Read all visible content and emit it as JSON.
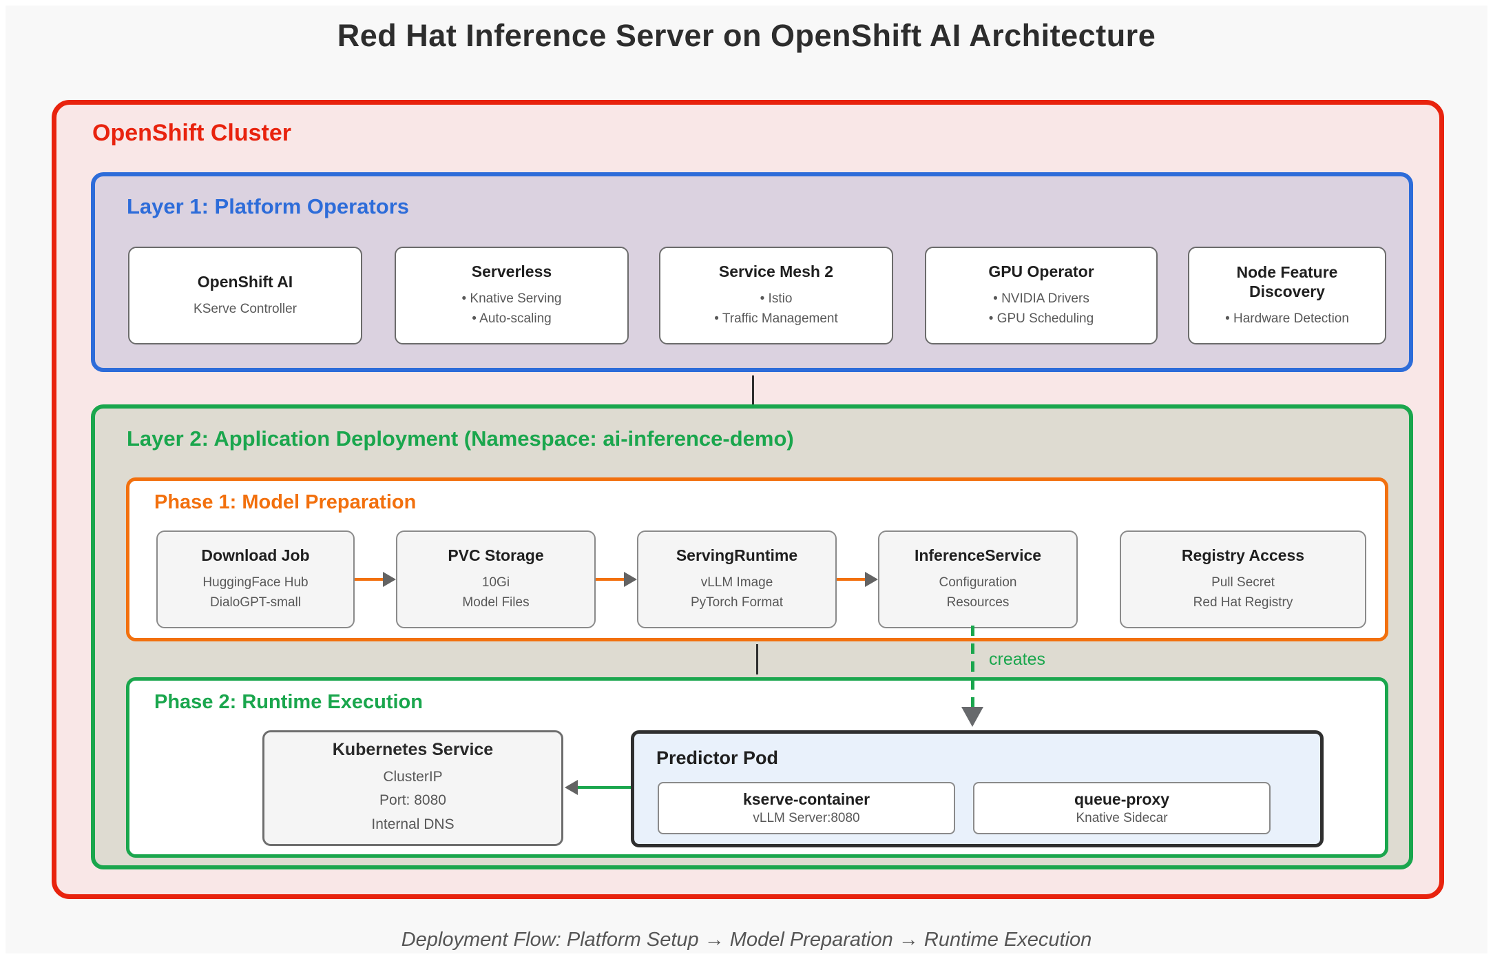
{
  "title": "Red Hat Inference Server on OpenShift AI Architecture",
  "colors": {
    "cluster_border": "#e8230e",
    "cluster_bg": "#f9e7e7",
    "layer1_border": "#2d6cd9",
    "layer1_bg": "#dbd2e0",
    "layer2_border": "#1aa64d",
    "layer2_bg": "#dedbd1",
    "phase1_border": "#f2700e",
    "pod_bg": "#e9f1fb",
    "arrowhead": "#636363"
  },
  "cluster": {
    "label": "OpenShift Cluster",
    "layer1": {
      "label": "Layer 1: Platform Operators",
      "cards": [
        {
          "title": "OpenShift AI",
          "lines": [
            "KServe Controller"
          ]
        },
        {
          "title": "Serverless",
          "lines": [
            "• Knative Serving",
            "• Auto-scaling"
          ]
        },
        {
          "title": "Service Mesh 2",
          "lines": [
            "• Istio",
            "• Traffic Management"
          ]
        },
        {
          "title": "GPU Operator",
          "lines": [
            "• NVIDIA Drivers",
            "• GPU Scheduling"
          ]
        },
        {
          "title": "Node Feature Discovery",
          "lines": [
            "• Hardware Detection"
          ]
        }
      ]
    },
    "layer2": {
      "label": "Layer 2: Application Deployment (Namespace: ai-inference-demo)",
      "phase1": {
        "label": "Phase 1: Model Preparation",
        "cards": [
          {
            "title": "Download Job",
            "lines": [
              "HuggingFace Hub",
              "DialoGPT-small"
            ]
          },
          {
            "title": "PVC Storage",
            "lines": [
              "10Gi",
              "Model Files"
            ]
          },
          {
            "title": "ServingRuntime",
            "lines": [
              "vLLM Image",
              "PyTorch Format"
            ]
          },
          {
            "title": "InferenceService",
            "lines": [
              "Configuration",
              "Resources"
            ]
          },
          {
            "title": "Registry Access",
            "lines": [
              "Pull Secret",
              "Red Hat Registry"
            ]
          }
        ]
      },
      "creates_edge_label": "creates",
      "phase2": {
        "label": "Phase 2: Runtime Execution",
        "service": {
          "title": "Kubernetes Service",
          "lines": [
            "ClusterIP",
            "Port: 8080",
            "Internal DNS"
          ]
        },
        "pod": {
          "label": "Predictor Pod",
          "containers": [
            {
              "title": "kserve-container",
              "subtitle": "vLLM Server:8080"
            },
            {
              "title": "queue-proxy",
              "subtitle": "Knative Sidecar"
            }
          ]
        }
      }
    }
  },
  "footer": "Deployment Flow: Platform Setup → Model Preparation → Runtime Execution"
}
